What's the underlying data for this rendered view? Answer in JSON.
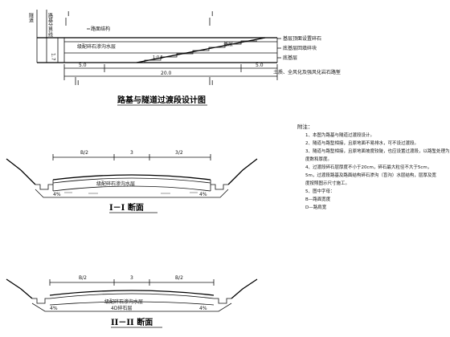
{
  "plan": {
    "section_mark": "I",
    "mark_left_top": "I",
    "mark_right_top": "I",
    "mark_left_bottom": "I",
    "mark_right_bottom": "I",
    "label_vertical_left": "隧道",
    "label_vertical_left2": "路基分界线",
    "label_pavement": "路面结构",
    "label_crushed_stone": "级配碎石渗沟水层",
    "label_base_layer": "基层",
    "label_right_top": "基层顶面设置碎石",
    "label_right_mid": "底基层回填碎块",
    "label_right_bottom": "底基层",
    "height_label": "1.7",
    "dim_left": "5.0",
    "dim_mid": "20.0",
    "dim_right": "5.0",
    "ground_note": "土质、全风化及强风化岩石路堑",
    "title": "路基与隧道过渡段设计图"
  },
  "notes": {
    "title": "附注：",
    "lines": [
      "1、本图为路基与隧道过渡段设计。",
      "2、隧道与路堑相接，且原地面不易排水，可不设过渡段。",
      "3、隧道与路堑相接，且原地面坡度较陡，也应设置过渡段，以路堑处理为主，",
      "   度数和厚度。",
      "4、过渡段碎石层厚度不小于20cm，碎石最大粒径不大于5cm，",
      "   5m，过渡段路基及路面结构碎石渗沟（盲沟）水层结构，层厚及宽",
      "   度按照图示尺寸施工。",
      "5、图中字母：",
      "   B—路面宽度",
      "   D—路肩宽"
    ]
  },
  "section1": {
    "dim_left": "B/2",
    "dim_mid": "3",
    "dim_right": "3/2",
    "layer_label": "级配碎石渗沟水层",
    "left_mark": "4%",
    "right_mark": "4%",
    "title": "I－I 断面"
  },
  "section2": {
    "dim_left": "B/2",
    "dim_mid": "3",
    "dim_right": "B/2",
    "layer_label_1": "级配碎石渗沟水层",
    "layer_label_2": "4D碎石层",
    "left_mark": "4%",
    "right_mark": "4%",
    "title": "II－II 断面"
  }
}
